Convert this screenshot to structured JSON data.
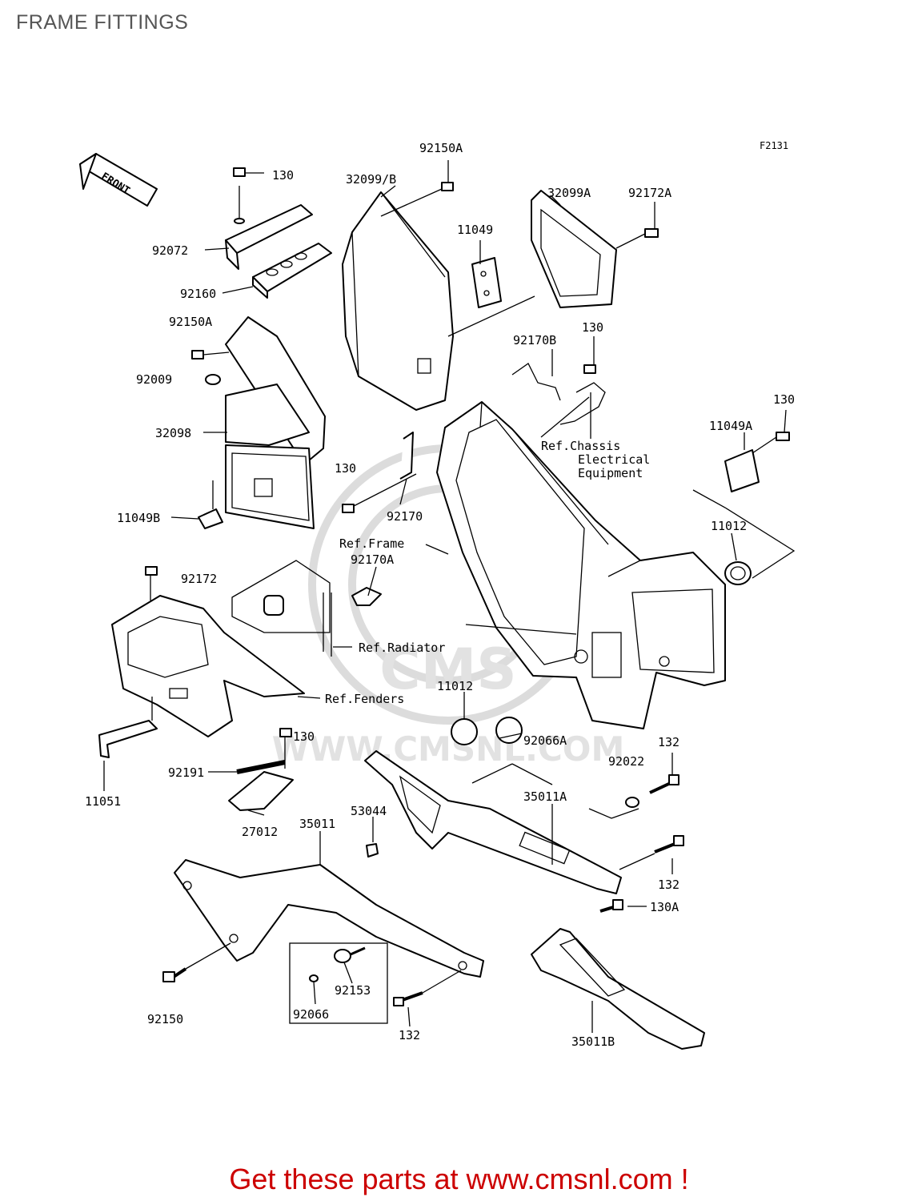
{
  "title": "FRAME FITTINGS",
  "figure_code": "F2131",
  "front_label": "FRONT",
  "watermark_text": "WWW.CMSNL.COM",
  "watermark_logo": "CMS",
  "parts": {
    "p130_a": "130",
    "p92072": "92072",
    "p92160": "92160",
    "p92150A_a": "92150A",
    "p32099B": "32099/B",
    "p11049": "11049",
    "p32099A": "32099A",
    "p92172A": "92172A",
    "p92150A_b": "92150A",
    "p92009": "92009",
    "p32098": "32098",
    "p11049B": "11049B",
    "p92170B": "92170B",
    "p130_b": "130",
    "p130_c": "130",
    "p11049A": "11049A",
    "p130_d": "130",
    "p92170": "92170",
    "p11012_a": "11012",
    "p92172": "92172",
    "p92170A": "92170A",
    "p11012_b": "11012",
    "p92066A": "92066A",
    "p132_a": "132",
    "p130_e": "130",
    "p92022": "92022",
    "p92191": "92191",
    "p35011A": "35011A",
    "p11051": "11051",
    "p27012": "27012",
    "p35011": "35011",
    "p53044": "53044",
    "p132_b": "132",
    "p130A": "130A",
    "p92153": "92153",
    "p92150": "92150",
    "p92066": "92066",
    "p132_c": "132",
    "p35011B": "35011B"
  },
  "refs": {
    "chassis_line1": "Ref.Chassis",
    "chassis_line2": "Electrical",
    "chassis_line3": "Equipment",
    "frame": "Ref.Frame",
    "radiator": "Ref.Radiator",
    "fenders": "Ref.Fenders"
  },
  "footer": "Get these parts at www.cmsnl.com !",
  "colors": {
    "footer": "#cc0000",
    "title": "#555555",
    "watermark": "#dcdcdc"
  }
}
